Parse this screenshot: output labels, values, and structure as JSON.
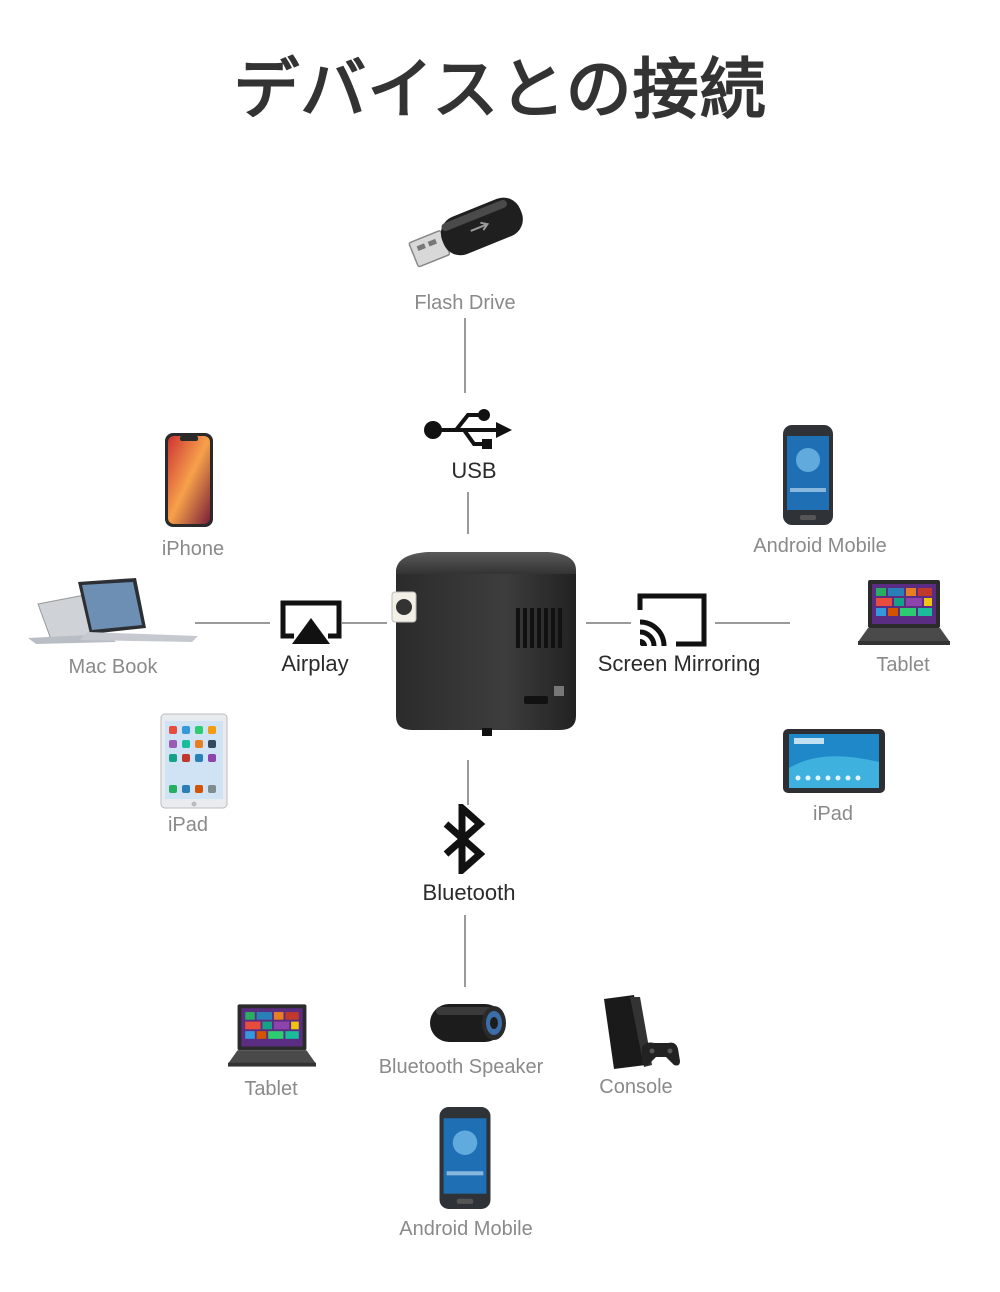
{
  "title": "デバイスとの接続",
  "hubs": {
    "usb": "USB",
    "airplay": "Airplay",
    "screen_mirroring": "Screen Mirroring",
    "bluetooth": "Bluetooth"
  },
  "devices": {
    "flash_drive": "Flash Drive",
    "iphone": "iPhone",
    "macbook": "Mac Book",
    "ipad_left": "iPad",
    "android_right": "Android Mobile",
    "tablet_right": "Tablet",
    "ipad_right": "iPad",
    "tablet_bottom": "Tablet",
    "speaker": "Bluetooth Speaker",
    "console": "Console",
    "android_bottom": "Android Mobile"
  },
  "colors": {
    "title": "#333333",
    "label": "#8a8a8a",
    "hub_label": "#2b2b2b",
    "connector": "#9a9a9a"
  }
}
